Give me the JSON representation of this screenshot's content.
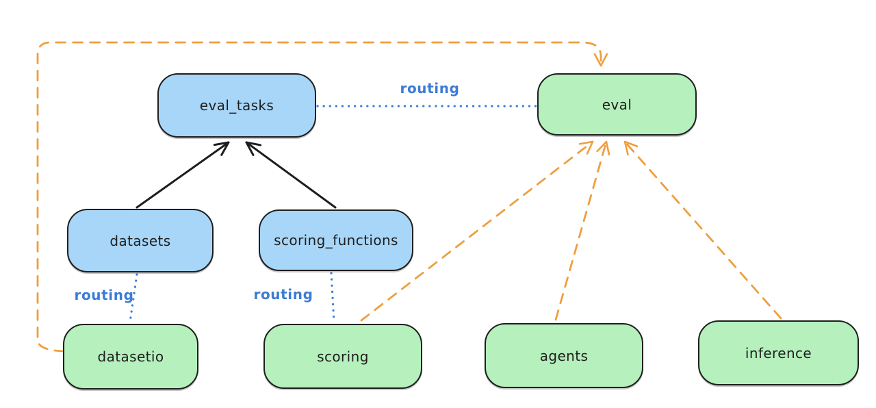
{
  "diagram": {
    "nodes": [
      {
        "id": "eval_tasks",
        "label": "eval_tasks",
        "kind": "resource"
      },
      {
        "id": "eval",
        "label": "eval",
        "kind": "api"
      },
      {
        "id": "datasets",
        "label": "datasets",
        "kind": "resource"
      },
      {
        "id": "scoring_functions",
        "label": "scoring_functions",
        "kind": "resource"
      },
      {
        "id": "datasetio",
        "label": "datasetio",
        "kind": "api"
      },
      {
        "id": "scoring",
        "label": "scoring",
        "kind": "api"
      },
      {
        "id": "agents",
        "label": "agents",
        "kind": "api"
      },
      {
        "id": "inference",
        "label": "inference",
        "kind": "api"
      }
    ],
    "edges": [
      {
        "from": "datasets",
        "to": "eval_tasks",
        "style": "solid-arrow",
        "color": "#1e1e1e"
      },
      {
        "from": "scoring_functions",
        "to": "eval_tasks",
        "style": "solid-arrow",
        "color": "#1e1e1e"
      },
      {
        "from": "eval_tasks",
        "to": "eval",
        "style": "dotted",
        "color": "#3b7cd6",
        "label": "routing"
      },
      {
        "from": "datasets",
        "to": "datasetio",
        "style": "dotted",
        "color": "#3b7cd6",
        "label": "routing"
      },
      {
        "from": "scoring_functions",
        "to": "scoring",
        "style": "dotted",
        "color": "#3b7cd6",
        "label": "routing"
      },
      {
        "from": "datasetio",
        "to": "eval",
        "style": "dashed-arrow",
        "color": "#ef9e3e"
      },
      {
        "from": "scoring",
        "to": "eval",
        "style": "dashed-arrow",
        "color": "#ef9e3e"
      },
      {
        "from": "agents",
        "to": "eval",
        "style": "dashed-arrow",
        "color": "#ef9e3e"
      },
      {
        "from": "inference",
        "to": "eval",
        "style": "dashed-arrow",
        "color": "#ef9e3e"
      }
    ],
    "edge_labels": {
      "routing_top": "routing",
      "routing_left": "routing",
      "routing_mid": "routing"
    },
    "colors": {
      "resource_fill": "#a8d6f8",
      "api_fill": "#b5f0bd",
      "node_stroke": "#1e1e1e",
      "routing_blue": "#3b7cd6",
      "relation_orange": "#ef9e3e",
      "background": "#ffffff"
    }
  }
}
